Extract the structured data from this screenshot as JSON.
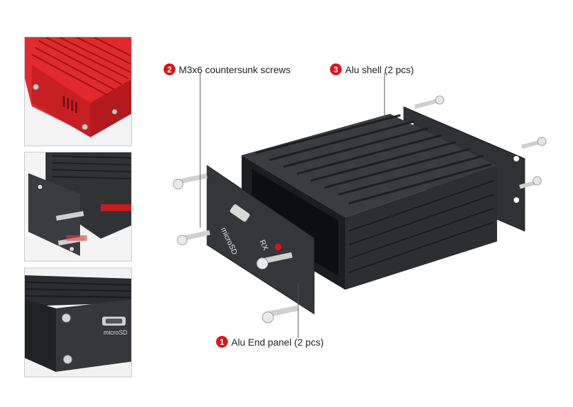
{
  "callouts": [
    {
      "number": "1",
      "label": "Alu End panel (2 pcs)"
    },
    {
      "number": "2",
      "label": "M3x6 countersunk screws"
    },
    {
      "number": "3",
      "label": "Alu shell (2 pcs)"
    }
  ],
  "panel_markings": {
    "port": "microSD",
    "led": "RX"
  },
  "colors": {
    "accent": "#d9141b",
    "enclosure_dark": "#2b2d30",
    "enclosure_red": "#d8262a"
  }
}
